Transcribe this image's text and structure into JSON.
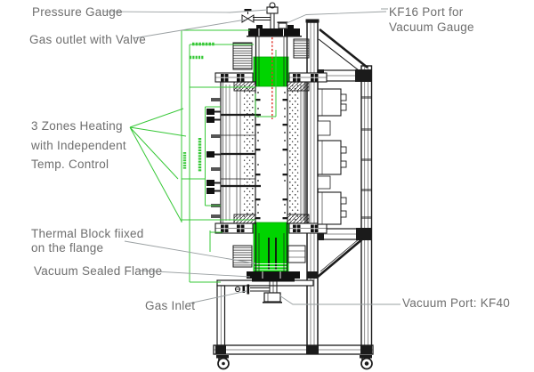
{
  "figure": {
    "kind": "technical diagram",
    "subject": "vertical vacuum tube furnace on a wheeled support frame, cross-section CAD drawing"
  },
  "colors": {
    "highlight_block_green": "#00d400",
    "annotation_line_green": "#37c837",
    "centerline_red": "#e03a30",
    "label_text_gray": "#6e6e6e",
    "leader_line_gray": "#9aa0a2",
    "drawing_line_black": "#1b1b1b",
    "background": "#ffffff"
  },
  "annotations": {
    "pressure_gauge": "Pressure Gauge",
    "gas_outlet": "Gas outlet with Valve",
    "kf16": [
      "KF16 Port for",
      "Vacuum Gauge"
    ],
    "zones": [
      "3 Zones Heating",
      "with Independent",
      "Temp. Control"
    ],
    "thermal_block": [
      "Thermal Block fiixed",
      "on the flange"
    ],
    "vacuum_flange": "Vacuum Sealed Flange",
    "gas_inlet": "Gas Inlet",
    "vacuum_port": "Vacuum Port: KF40"
  }
}
